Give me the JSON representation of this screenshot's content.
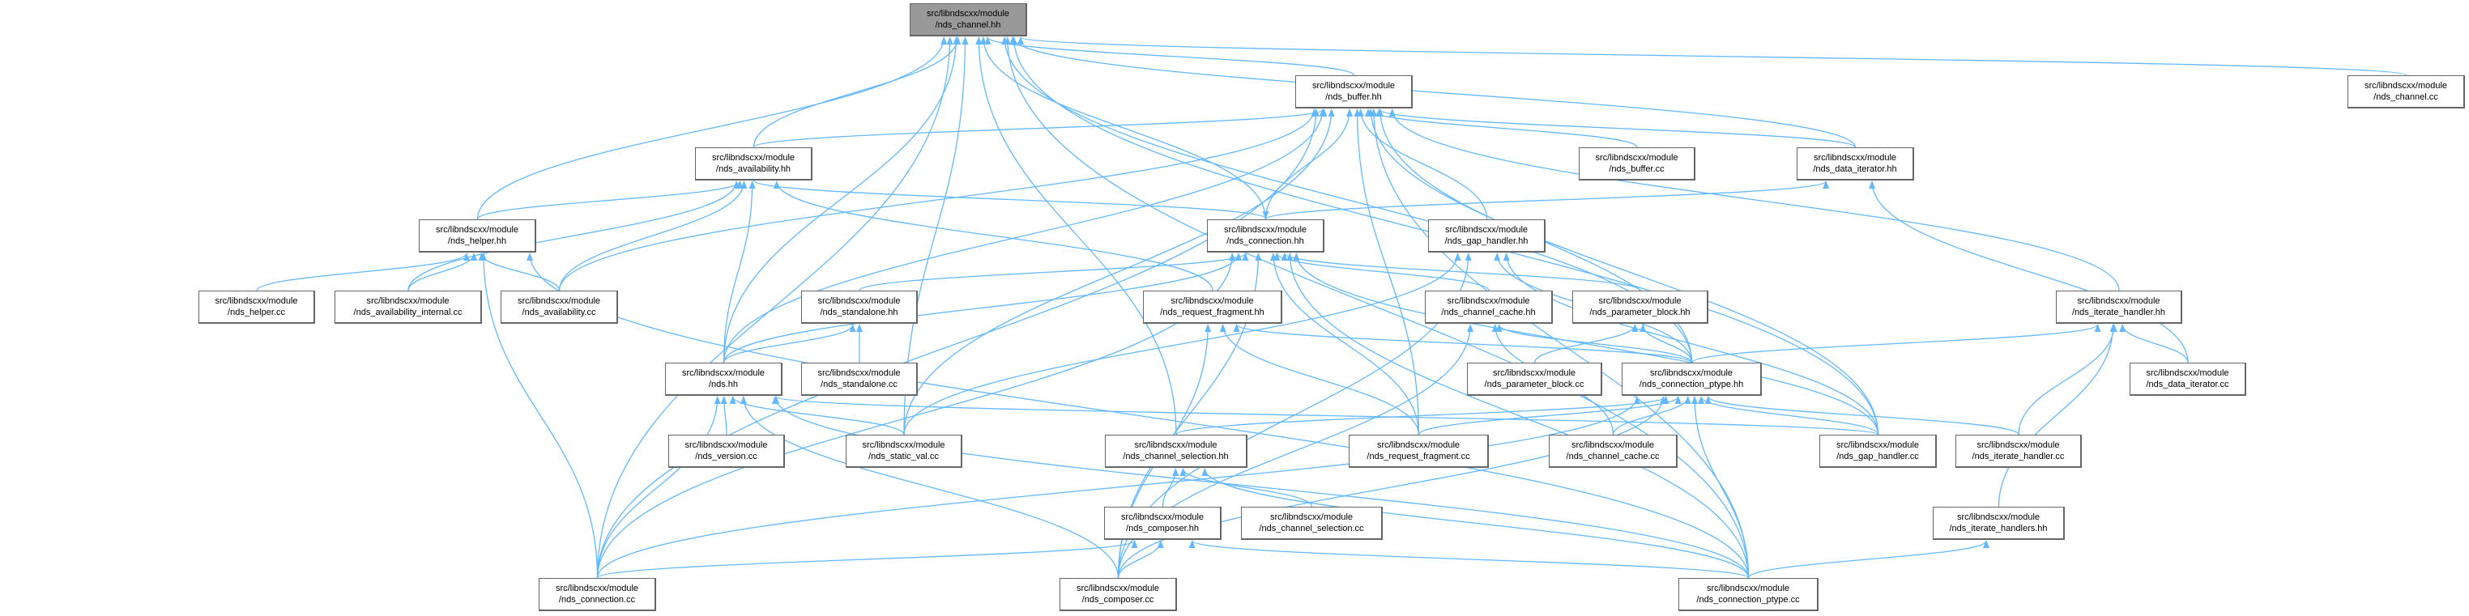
{
  "graph": {
    "nodes": [
      {
        "id": "channel_hh",
        "line1": "src/libndscxx/module",
        "line2": "/nds_channel.hh",
        "root": true
      },
      {
        "id": "buffer_hh",
        "line1": "src/libndscxx/module",
        "line2": "/nds_buffer.hh"
      },
      {
        "id": "buffer_cc",
        "line1": "src/libndscxx/module",
        "line2": "/nds_buffer.cc"
      },
      {
        "id": "data_iterator_hh",
        "line1": "src/libndscxx/module",
        "line2": "/nds_data_iterator.hh"
      },
      {
        "id": "channel_cc",
        "line1": "src/libndscxx/module",
        "line2": "/nds_channel.cc"
      },
      {
        "id": "availability_hh",
        "line1": "src/libndscxx/module",
        "line2": "/nds_availability.hh"
      },
      {
        "id": "helper_hh",
        "line1": "src/libndscxx/module",
        "line2": "/nds_helper.hh"
      },
      {
        "id": "helper_cc",
        "line1": "src/libndscxx/module",
        "line2": "/nds_helper.cc"
      },
      {
        "id": "availability_internal_cc",
        "line1": "src/libndscxx/module",
        "line2": "/nds_availability_internal.cc"
      },
      {
        "id": "availability_cc",
        "line1": "src/libndscxx/module",
        "line2": "/nds_availability.cc"
      },
      {
        "id": "connection_hh",
        "line1": "src/libndscxx/module",
        "line2": "/nds_connection.hh"
      },
      {
        "id": "gap_handler_hh",
        "line1": "src/libndscxx/module",
        "line2": "/nds_gap_handler.hh"
      },
      {
        "id": "standalone_hh",
        "line1": "src/libndscxx/module",
        "line2": "/nds_standalone.hh"
      },
      {
        "id": "standalone_cc",
        "line1": "src/libndscxx/module",
        "line2": "/nds_standalone.cc"
      },
      {
        "id": "request_fragment_hh",
        "line1": "src/libndscxx/module",
        "line2": "/nds_request_fragment.hh"
      },
      {
        "id": "channel_cache_hh",
        "line1": "src/libndscxx/module",
        "line2": "/nds_channel_cache.hh"
      },
      {
        "id": "parameter_block_hh",
        "line1": "src/libndscxx/module",
        "line2": "/nds_parameter_block.hh"
      },
      {
        "id": "iterate_handler_hh",
        "line1": "src/libndscxx/module",
        "line2": "/nds_iterate_handler.hh"
      },
      {
        "id": "nds_hh",
        "line1": "src/libndscxx/module",
        "line2": "/nds.hh"
      },
      {
        "id": "parameter_block_cc",
        "line1": "src/libndscxx/module",
        "line2": "/nds_parameter_block.cc"
      },
      {
        "id": "connection_ptype_hh",
        "line1": "src/libndscxx/module",
        "line2": "/nds_connection_ptype.hh"
      },
      {
        "id": "data_iterator_cc",
        "line1": "src/libndscxx/module",
        "line2": "/nds_data_iterator.cc"
      },
      {
        "id": "version_cc",
        "line1": "src/libndscxx/module",
        "line2": "/nds_version.cc"
      },
      {
        "id": "static_val_cc",
        "line1": "src/libndscxx/module",
        "line2": "/nds_static_val.cc"
      },
      {
        "id": "channel_selection_hh",
        "line1": "src/libndscxx/module",
        "line2": "/nds_channel_selection.hh"
      },
      {
        "id": "request_fragment_cc",
        "line1": "src/libndscxx/module",
        "line2": "/nds_request_fragment.cc"
      },
      {
        "id": "channel_cache_cc",
        "line1": "src/libndscxx/module",
        "line2": "/nds_channel_cache.cc"
      },
      {
        "id": "gap_handler_cc",
        "line1": "src/libndscxx/module",
        "line2": "/nds_gap_handler.cc"
      },
      {
        "id": "iterate_handler_cc",
        "line1": "src/libndscxx/module",
        "line2": "/nds_iterate_handler.cc"
      },
      {
        "id": "composer_hh",
        "line1": "src/libndscxx/module",
        "line2": "/nds_composer.hh"
      },
      {
        "id": "channel_selection_cc",
        "line1": "src/libndscxx/module",
        "line2": "/nds_channel_selection.cc"
      },
      {
        "id": "iterate_handlers_hh",
        "line1": "src/libndscxx/module",
        "line2": "/nds_iterate_handlers.hh"
      },
      {
        "id": "connection_cc",
        "line1": "src/libndscxx/module",
        "line2": "/nds_connection.cc"
      },
      {
        "id": "composer_cc",
        "line1": "src/libndscxx/module",
        "line2": "/nds_composer.cc"
      },
      {
        "id": "connection_ptype_cc",
        "line1": "src/libndscxx/module",
        "line2": "/nds_connection_ptype.cc"
      }
    ],
    "edges": [
      [
        "buffer_hh",
        "channel_hh"
      ],
      [
        "availability_hh",
        "channel_hh"
      ],
      [
        "helper_hh",
        "channel_hh"
      ],
      [
        "connection_hh",
        "channel_hh"
      ],
      [
        "nds_hh",
        "channel_hh"
      ],
      [
        "static_val_cc",
        "channel_hh"
      ],
      [
        "channel_selection_hh",
        "channel_hh"
      ],
      [
        "connection_cc",
        "channel_hh"
      ],
      [
        "data_iterator_hh",
        "channel_hh"
      ],
      [
        "channel_cc",
        "channel_hh"
      ],
      [
        "connection_ptype_hh",
        "channel_hh"
      ],
      [
        "gap_handler_cc",
        "channel_hh"
      ],
      [
        "connection_ptype_cc",
        "channel_hh"
      ],
      [
        "availability_hh",
        "buffer_hh"
      ],
      [
        "connection_hh",
        "buffer_hh"
      ],
      [
        "gap_handler_hh",
        "buffer_hh"
      ],
      [
        "buffer_cc",
        "buffer_hh"
      ],
      [
        "data_iterator_hh",
        "buffer_hh"
      ],
      [
        "iterate_handler_hh",
        "buffer_hh"
      ],
      [
        "connection_ptype_hh",
        "buffer_hh"
      ],
      [
        "nds_hh",
        "buffer_hh"
      ],
      [
        "static_val_cc",
        "buffer_hh"
      ],
      [
        "request_fragment_cc",
        "buffer_hh"
      ],
      [
        "availability_cc",
        "buffer_hh"
      ],
      [
        "connection_cc",
        "buffer_hh"
      ],
      [
        "gap_handler_cc",
        "buffer_hh"
      ],
      [
        "connection_ptype_cc",
        "buffer_hh"
      ],
      [
        "helper_hh",
        "availability_hh"
      ],
      [
        "availability_internal_cc",
        "availability_hh"
      ],
      [
        "availability_cc",
        "availability_hh"
      ],
      [
        "nds_hh",
        "availability_hh"
      ],
      [
        "request_fragment_hh",
        "availability_hh"
      ],
      [
        "availability_hh",
        "connection_hh"
      ],
      [
        "helper_cc",
        "helper_hh"
      ],
      [
        "availability_internal_cc",
        "helper_hh"
      ],
      [
        "availability_cc",
        "helper_hh"
      ],
      [
        "connection_cc",
        "helper_hh"
      ],
      [
        "connection_ptype_cc",
        "helper_hh"
      ],
      [
        "nds_hh",
        "connection_hh"
      ],
      [
        "standalone_hh",
        "connection_hh"
      ],
      [
        "connection_cc",
        "connection_hh"
      ],
      [
        "channel_cache_hh",
        "connection_hh"
      ],
      [
        "parameter_block_hh",
        "connection_hh"
      ],
      [
        "request_fragment_cc",
        "connection_hh"
      ],
      [
        "gap_handler_cc",
        "connection_hh"
      ],
      [
        "connection_ptype_cc",
        "connection_hh"
      ],
      [
        "composer_cc",
        "connection_hh"
      ],
      [
        "connection_hh",
        "data_iterator_hh"
      ],
      [
        "static_val_cc",
        "gap_handler_hh"
      ],
      [
        "connection_ptype_hh",
        "gap_handler_hh"
      ],
      [
        "gap_handler_cc",
        "gap_handler_hh"
      ],
      [
        "composer_cc",
        "gap_handler_hh"
      ],
      [
        "nds_hh",
        "standalone_hh"
      ],
      [
        "standalone_cc",
        "standalone_hh"
      ],
      [
        "request_fragment_cc",
        "request_fragment_hh"
      ],
      [
        "composer_cc",
        "request_fragment_hh"
      ],
      [
        "connection_ptype_hh",
        "request_fragment_hh"
      ],
      [
        "channel_cache_cc",
        "channel_cache_hh"
      ],
      [
        "connection_ptype_hh",
        "channel_cache_hh"
      ],
      [
        "composer_cc",
        "channel_cache_hh"
      ],
      [
        "parameter_block_cc",
        "parameter_block_hh"
      ],
      [
        "connection_ptype_hh",
        "parameter_block_hh"
      ],
      [
        "data_iterator_cc",
        "data_iterator_hh"
      ],
      [
        "data_iterator_cc",
        "iterate_handler_hh"
      ],
      [
        "connection_ptype_hh",
        "iterate_handler_hh"
      ],
      [
        "iterate_handler_cc",
        "iterate_handler_hh"
      ],
      [
        "iterate_handlers_hh",
        "iterate_handler_hh"
      ],
      [
        "channel_selection_hh",
        "connection_ptype_hh"
      ],
      [
        "composer_cc",
        "connection_ptype_hh"
      ],
      [
        "connection_cc",
        "connection_ptype_hh"
      ],
      [
        "request_fragment_cc",
        "connection_ptype_hh"
      ],
      [
        "channel_cache_cc",
        "connection_ptype_hh"
      ],
      [
        "gap_handler_cc",
        "connection_ptype_hh"
      ],
      [
        "iterate_handler_cc",
        "connection_ptype_hh"
      ],
      [
        "connection_ptype_cc",
        "connection_ptype_hh"
      ],
      [
        "version_cc",
        "nds_hh"
      ],
      [
        "static_val_cc",
        "nds_hh"
      ],
      [
        "connection_cc",
        "nds_hh"
      ],
      [
        "composer_cc",
        "nds_hh"
      ],
      [
        "connection_ptype_cc",
        "nds_hh"
      ],
      [
        "gap_handler_cc",
        "nds_hh"
      ],
      [
        "composer_hh",
        "channel_selection_hh"
      ],
      [
        "channel_selection_cc",
        "channel_selection_hh"
      ],
      [
        "connection_ptype_cc",
        "channel_selection_hh"
      ],
      [
        "composer_cc",
        "composer_hh"
      ],
      [
        "connection_cc",
        "composer_hh"
      ],
      [
        "connection_ptype_cc",
        "composer_hh"
      ],
      [
        "connection_ptype_cc",
        "iterate_handlers_hh"
      ]
    ],
    "colors": {
      "edge": "#63b8ff",
      "border": "#666666",
      "root_fill": "#999999",
      "node_fill": "#ffffff"
    }
  }
}
